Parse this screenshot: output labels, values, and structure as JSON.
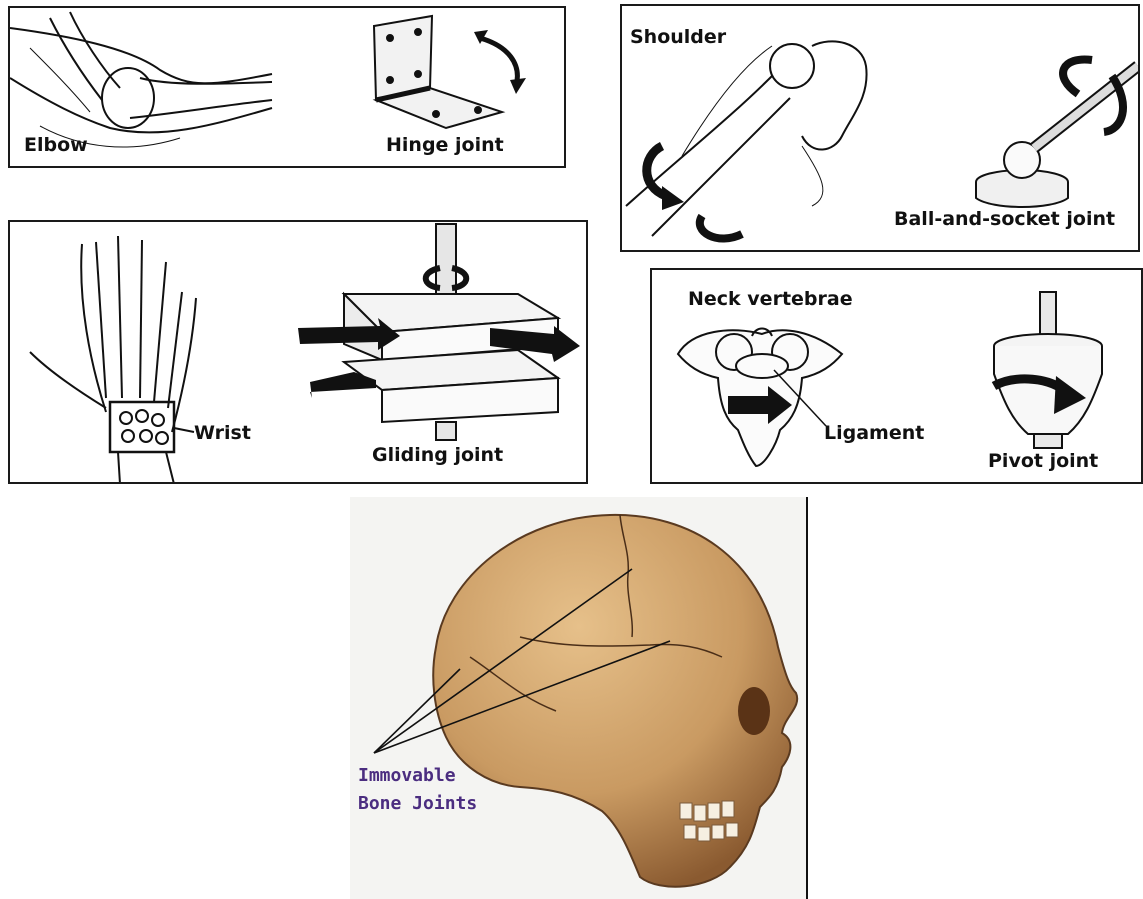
{
  "panels": {
    "elbow": {
      "body_label": "Elbow",
      "joint_label": "Hinge joint"
    },
    "shoulder": {
      "body_label": "Shoulder",
      "joint_label": "Ball-and-socket joint"
    },
    "wrist": {
      "body_label": "Wrist",
      "joint_label": "Gliding joint"
    },
    "neck": {
      "body_label": "Neck vertebrae",
      "pointer_label": "Ligament",
      "joint_label": "Pivot joint"
    },
    "skull": {
      "label_line1": "Immovable",
      "label_line2": "Bone Joints"
    }
  },
  "colors": {
    "ink": "#111111",
    "skull_bone": "#c99a62",
    "skull_shadow": "#8a5a30",
    "skull_label": "#4b2d80"
  }
}
